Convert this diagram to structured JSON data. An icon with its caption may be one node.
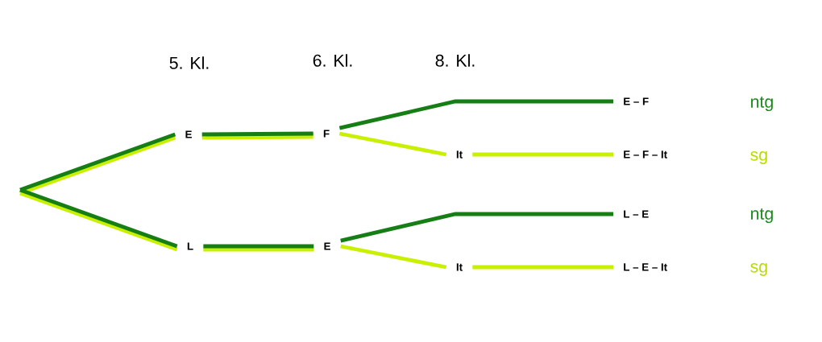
{
  "diagram": {
    "nodes": [
      {
        "text": [
          "E"
        ]
      },
      {
        "text": [
          "L"
        ]
      },
      {
        "text": [
          "F"
        ]
      },
      {
        "text": [
          "E"
        ]
      },
      {
        "text": [
          "It"
        ]
      },
      {
        "text": [
          "It"
        ]
      },
      {
        "text": [
          "E – F"
        ]
      },
      {
        "text": [
          "E – F – It"
        ]
      },
      {
        "text": [
          "L – E"
        ]
      },
      {
        "text": [
          "L – E – It"
        ]
      }
    ],
    "edges": [
      {
        "from": null,
        "to": 0,
        "arrow": "none"
      },
      {
        "from": null,
        "to": 1,
        "arrow": "none"
      },
      {
        "from": 0,
        "to": 2,
        "arrow": "none"
      },
      {
        "from": 1,
        "to": 3,
        "arrow": "none"
      },
      {
        "from": 2,
        "to": 6,
        "arrow": "none",
        "color": "#157f15"
      },
      {
        "from": 2,
        "to": 4,
        "arrow": "none",
        "color": "#c8f000"
      },
      {
        "from": 4,
        "to": 7,
        "arrow": "none",
        "color": "#c8f000"
      },
      {
        "from": 3,
        "to": 8,
        "arrow": "none",
        "color": "#157f15"
      },
      {
        "from": 3,
        "to": 5,
        "arrow": "none",
        "color": "#c8f000"
      },
      {
        "from": 5,
        "to": 9,
        "arrow": "none",
        "color": "#c8f000"
      }
    ],
    "labels": [
      "5. Kl.",
      "6. Kl.",
      "8. Kl.",
      "ntg",
      "sg",
      "ntg",
      "sg"
    ]
  }
}
